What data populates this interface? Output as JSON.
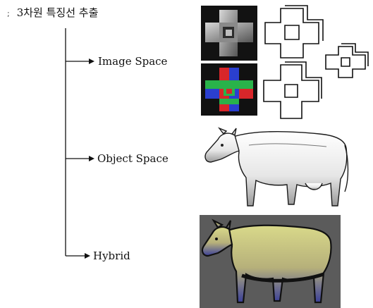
{
  "title": {
    "bullet": ";",
    "text": "3차원 특징선 추출"
  },
  "branches": [
    {
      "label": "Image Space"
    },
    {
      "label": "Object Space"
    },
    {
      "label": "Hybrid"
    }
  ],
  "colors": {
    "ink": "#111111",
    "hybrid_bg": "#5b5b5b",
    "shaded_dark": "#1a1a1a",
    "normal_red": "#d8262a",
    "normal_green": "#29b34a",
    "normal_blue": "#2a3fcf"
  },
  "images": [
    {
      "name": "shaded-cross-render"
    },
    {
      "name": "outline-cross-render"
    },
    {
      "name": "normal-map-cross-render"
    },
    {
      "name": "cow-object-space-render"
    },
    {
      "name": "cow-hybrid-render"
    }
  ]
}
